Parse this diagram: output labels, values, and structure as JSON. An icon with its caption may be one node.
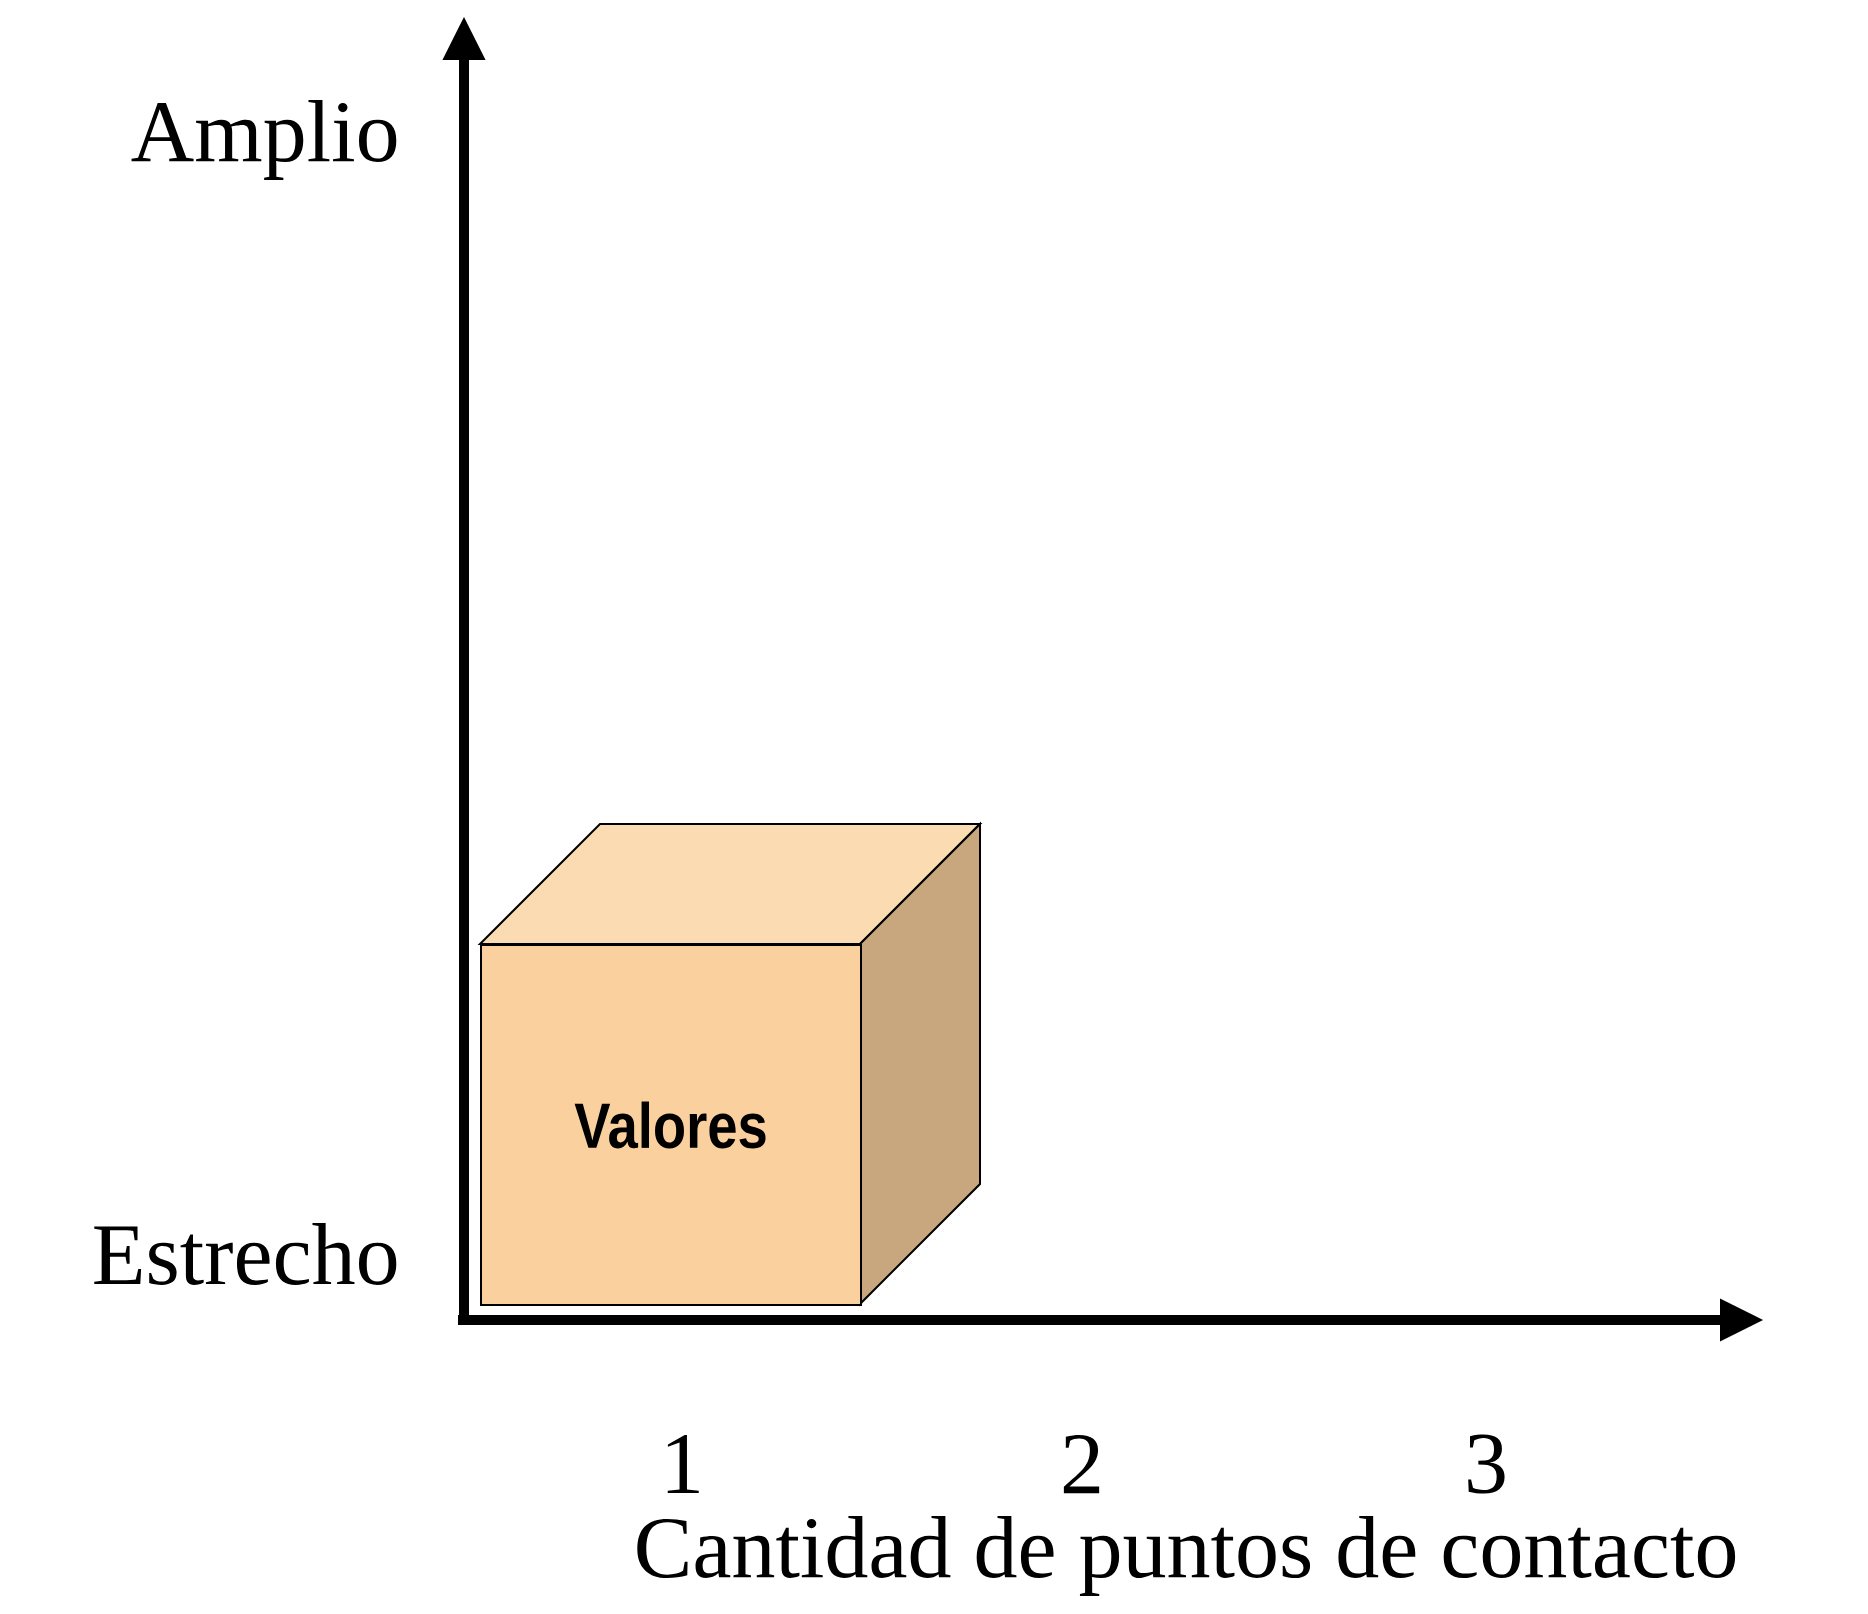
{
  "diagram": {
    "nodes": [
      {
        "text": [
          "Valores"
        ]
      }
    ],
    "labels": [
      "Amplio",
      "Estrecho",
      "1",
      "2",
      "3",
      "Cantidad de puntos de contacto"
    ]
  }
}
